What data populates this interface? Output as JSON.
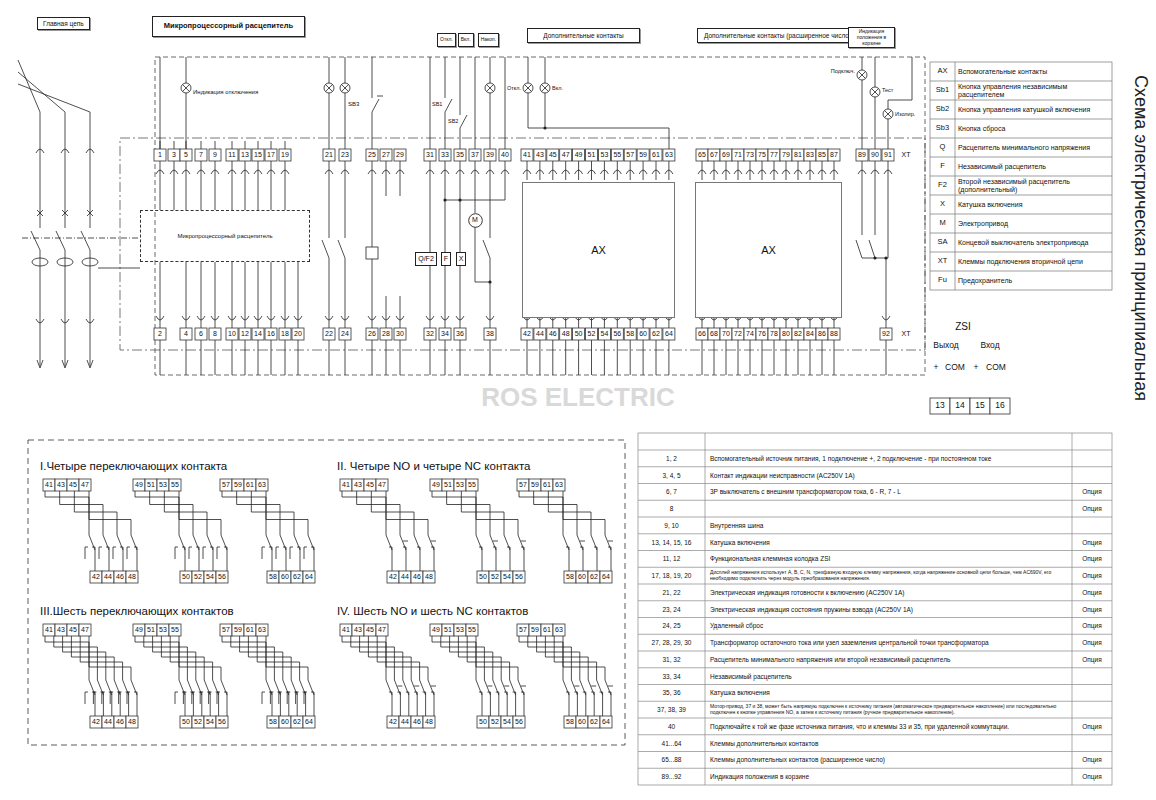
{
  "diagram": {
    "title": "Схема электрическая принципиальная",
    "nodes": [
      {
        "text": [
          "Главная цепь"
        ]
      },
      {
        "text": [
          "Микропроцессорный расцепитель"
        ]
      },
      {
        "text": [
          "Откл."
        ]
      },
      {
        "text": [
          "Вкл."
        ]
      },
      {
        "text": [
          "Накоп."
        ]
      },
      {
        "text": [
          "Дополнительные контакты"
        ]
      },
      {
        "text": [
          "Дополнительные контакты (расширенное число)"
        ]
      },
      {
        "text": [
          "Индикация положения в корзине"
        ]
      },
      {
        "text": [
          "Микропроцессорный расцепитель"
        ]
      },
      {
        "text": [
          "Q/F2"
        ]
      },
      {
        "text": [
          "F"
        ]
      },
      {
        "text": [
          "X"
        ]
      },
      {
        "text": [
          "M"
        ]
      },
      {
        "text": [
          "AX"
        ]
      },
      {
        "text": [
          "AX"
        ]
      }
    ],
    "labels": [
      "1",
      "3",
      "5",
      "7",
      "9",
      "11",
      "13",
      "15",
      "17",
      "19",
      "21",
      "23",
      "25",
      "27",
      "29",
      "31",
      "33",
      "35",
      "37",
      "39",
      "40",
      "41",
      "43",
      "45",
      "47",
      "49",
      "51",
      "53",
      "55",
      "57",
      "59",
      "61",
      "63",
      "65",
      "67",
      "69",
      "71",
      "73",
      "75",
      "77",
      "79",
      "81",
      "83",
      "85",
      "87",
      "89",
      "90",
      "91",
      "XT",
      "2",
      "4",
      "6",
      "8",
      "10",
      "12",
      "14",
      "16",
      "18",
      "20",
      "22",
      "24",
      "26",
      "28",
      "30",
      "32",
      "34",
      "36",
      "38",
      "42",
      "44",
      "46",
      "48",
      "50",
      "52",
      "54",
      "56",
      "58",
      "60",
      "62",
      "64",
      "66",
      "68",
      "70",
      "72",
      "74",
      "76",
      "78",
      "80",
      "82",
      "84",
      "86",
      "88",
      "92",
      "XT",
      "Индикация отключения",
      "SB3",
      "SB1",
      "SB2",
      "Откл.",
      "Вкл.",
      "Подключ.",
      "Тест",
      "Изолир.",
      "ZSI",
      "Выход",
      "Вход",
      "+",
      "COM",
      "+",
      "COM",
      "13",
      "14",
      "15",
      "16",
      "ROS ELECTRIC",
      "AX",
      "Вспомогательные контакты",
      "Sb1",
      "Кнопка управления независимым расцепителем",
      "Sb2",
      "Кнопка управления катушкой включения",
      "Sb3",
      "Кнопка сброса",
      "Q",
      "Расцепитель минимального напряжения",
      "F",
      "Независимый расцепитель",
      "F2",
      "Второй независимый расцепитель (дополнительный)",
      "X",
      "Катушка включения",
      "M",
      "Электропривод",
      "SA",
      "Концевой выключатель электропривода",
      "XT",
      "Клеммы подключения вторичной цепи",
      "Fu",
      "Предохранитель",
      "I.Четыре переключающих контакта",
      "II. Четыре NO и четыре NC контакта",
      "III.Шесть переключающих контактов",
      "IV. Шесть NO и шесть NC контактов",
      "41",
      "43",
      "45",
      "47",
      "49",
      "51",
      "53",
      "55",
      "57",
      "59",
      "61",
      "63",
      "42",
      "44",
      "46",
      "48",
      "50",
      "52",
      "54",
      "56",
      "58",
      "60",
      "62",
      "64",
      "41",
      "43",
      "45",
      "47",
      "49",
      "51",
      "53",
      "55",
      "57",
      "59",
      "61",
      "63",
      "42",
      "44",
      "46",
      "48",
      "50",
      "52",
      "54",
      "56",
      "58",
      "60",
      "62",
      "64",
      "41",
      "43",
      "45",
      "47",
      "49",
      "51",
      "53",
      "55",
      "57",
      "59",
      "61",
      "63",
      "42",
      "44",
      "46",
      "48",
      "50",
      "52",
      "54",
      "56",
      "58",
      "60",
      "62",
      "64",
      "41",
      "43",
      "45",
      "47",
      "49",
      "51",
      "53",
      "55",
      "57",
      "59",
      "61",
      "63",
      "42",
      "44",
      "46",
      "48",
      "50",
      "52",
      "54",
      "56",
      "58",
      "60",
      "62",
      "64",
      "1, 2",
      "Вспомогательный источник питания, 1 подключение +, 2 подключение - при постоянном токе",
      "3, 4, 5",
      "Контакт индикации неисправности (AC250V 1A)",
      "6, 7",
      "3P выключатель с внешним трансформатором тока, 6 - R, 7 - L",
      "Опция",
      "8",
      "Опция",
      "9, 10",
      "Внутренняя шина",
      "13, 14, 15, 16",
      "Катушка включения",
      "Опция",
      "11, 12",
      "Функциональная клеммная колодка ZSI",
      "Опция",
      "17, 18, 19, 20",
      "Дисплей напряжения использует A, B, C, N, трехфазную входную клемму напряжения, когда напряжение основной цепи больше, чем AC690V, его необходимо подключить через модуль преобразования напряжения.",
      "Опция",
      "21, 22",
      "Электрическая индикация готовности к включению (AC250V 1A)",
      "Опция",
      "23, 24",
      "Электрическая индикация состояния пружины взвода (AC250V 1A)",
      "Опция",
      "24, 25",
      "Удаленный сброс",
      "Опция",
      "27, 28, 29, 30",
      "Трансформатор остаточного тока или узел заземления центральной точки трансформатора",
      "Опция",
      "31, 32",
      "Расцепитель минимального напряжения или второй независимый расцепитель",
      "Опция",
      "33, 34",
      "Независимый расцепитель",
      "35, 36",
      "Катушка включения",
      "37, 38, 39",
      "Мотор-привод, 37 и 38, может быть напрямую подключен к источнику питания (автоматическое предварительное накопление) или последовательно подключен к кнопке управления NO, а затем к источнику питания (ручное предварительное накопление).",
      "40",
      "Подключайте к той же фазе источника питания, что и клеммы 33 и 35, при удаленной коммутации.",
      "Опция",
      "41...64",
      "Клеммы дополнительных контактов",
      "65...88",
      "Клеммы дополнительных контактов (расширенное число)",
      "Опция",
      "89...92",
      "Индикация положения в корзине",
      "Опция"
    ]
  }
}
